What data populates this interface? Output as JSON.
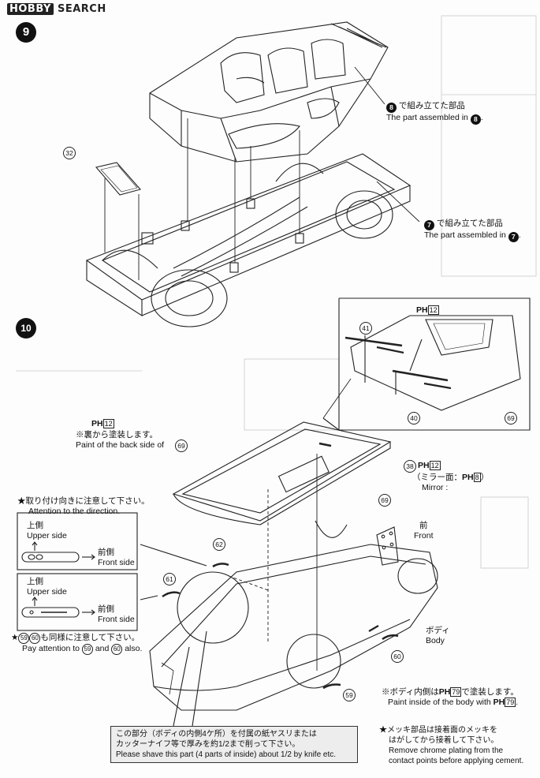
{
  "header": {
    "logo_prefix": "HOBBY",
    "logo_suffix": "SEARCH"
  },
  "step9": {
    "number": "9",
    "part32": "32",
    "assembled8_jp": "で組み立てた部品",
    "assembled8_en": "The part assembled in",
    "assembled8_ref": "8",
    "assembled7_jp": "で組み立てた部品",
    "assembled7_en": "The part assembled in",
    "assembled7_ref": "7"
  },
  "step10": {
    "number": "10",
    "inset": {
      "paint_code": "PH",
      "paint_num": "12",
      "part41": "41",
      "part40": "40",
      "part69": "69"
    },
    "back_paint": {
      "paint_code": "PH",
      "paint_num": "12",
      "jp": "※裏から塗装します。",
      "en": "Paint of the back side of",
      "ref": "69"
    },
    "part38": "38",
    "mirror": {
      "paint_code": "PH",
      "paint_num": "12",
      "jp_open": "（ミラー面：",
      "mirror_code": "PH",
      "mirror_num": "8",
      "jp_close": "）",
      "en": "Mirror :"
    },
    "part69_body": "69",
    "direction": {
      "jp": "★取り付け向きに注意して下さい。",
      "en": "Attention to the direction.",
      "upper_jp": "上側",
      "upper_en": "Upper side",
      "front_jp": "前側",
      "front_en": "Front side"
    },
    "part62": "62",
    "part61": "61",
    "same_note": {
      "jp_tail": "も同様に注意して下さい。",
      "en_prefix": "Pay attention to",
      "en_and": "and",
      "en_tail": "also.",
      "a": "59",
      "b": "60"
    },
    "front_label": {
      "jp": "前",
      "en": "Front"
    },
    "body_label": {
      "jp": "ボディ",
      "en": "Body"
    },
    "part60": "60",
    "part59": "59",
    "inside_paint": {
      "jp_prefix": "※ボディ内側は",
      "code": "PH",
      "num": "79",
      "jp_tail": "で塗装します。",
      "en": "Paint inside of the body with"
    },
    "shave": {
      "line1": "この部分（ボディの内側4ケ所）を付属の紙ヤスリまたは",
      "line2": "カッターナイフ等で厚みを約1/2まで削って下さい。",
      "line3": "Please shave this part (4 parts of inside) about 1/2 by knife etc."
    },
    "chrome": {
      "line1": "★メッキ部品は接着面のメッキを",
      "line2": "はがしてから接着して下さい。",
      "line3": "Remove chrome plating from the",
      "line4": "contact points before applying cement."
    }
  }
}
